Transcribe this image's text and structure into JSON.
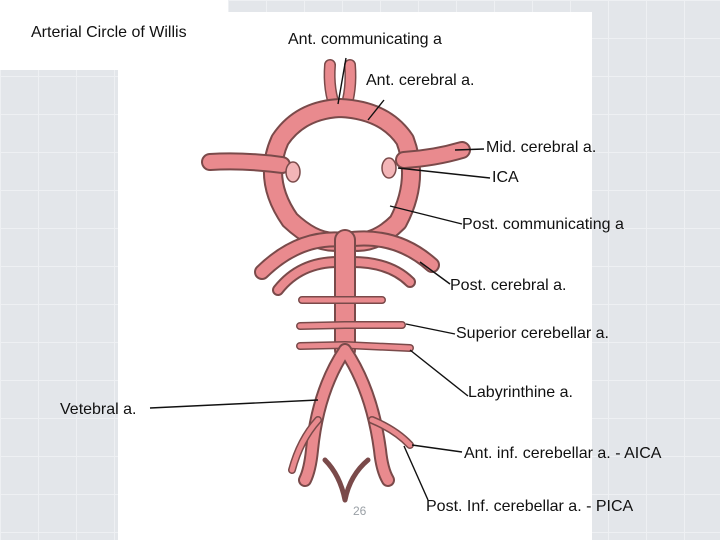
{
  "title": "Arterial Circle of Willis",
  "labels": {
    "ant_communicating": "Ant. communicating a",
    "ant_cerebral": "Ant. cerebral a.",
    "mid_cerebral": "Mid. cerebral a.",
    "ica": "ICA",
    "post_communicating": "Post. communicating a",
    "post_cerebral": "Post. cerebral a.",
    "superior_cerebellar": "Superior cerebellar a.",
    "labyrinthine": "Labyrinthine a.",
    "vertebral": "Vetebral a.",
    "aica": "Ant. inf. cerebellar a. - AICA",
    "pica": "Post. Inf. cerebellar a. - PICA"
  },
  "page_number": "26",
  "colors": {
    "vessel_fill": "#e98a8e",
    "vessel_outline": "#7a4a4a",
    "background": "#e3e6ea"
  }
}
